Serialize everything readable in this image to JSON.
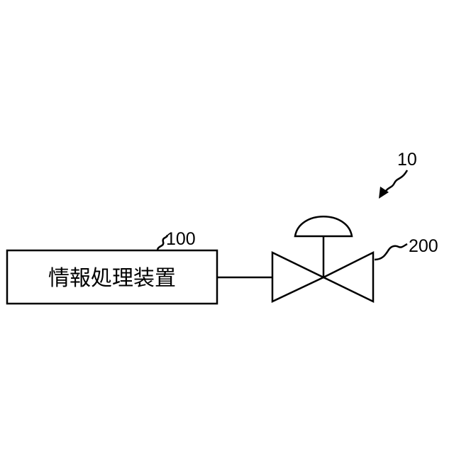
{
  "system": {
    "reference": "10"
  },
  "device": {
    "reference": "100",
    "label": "情報処理装置"
  },
  "valve": {
    "reference": "200"
  }
}
